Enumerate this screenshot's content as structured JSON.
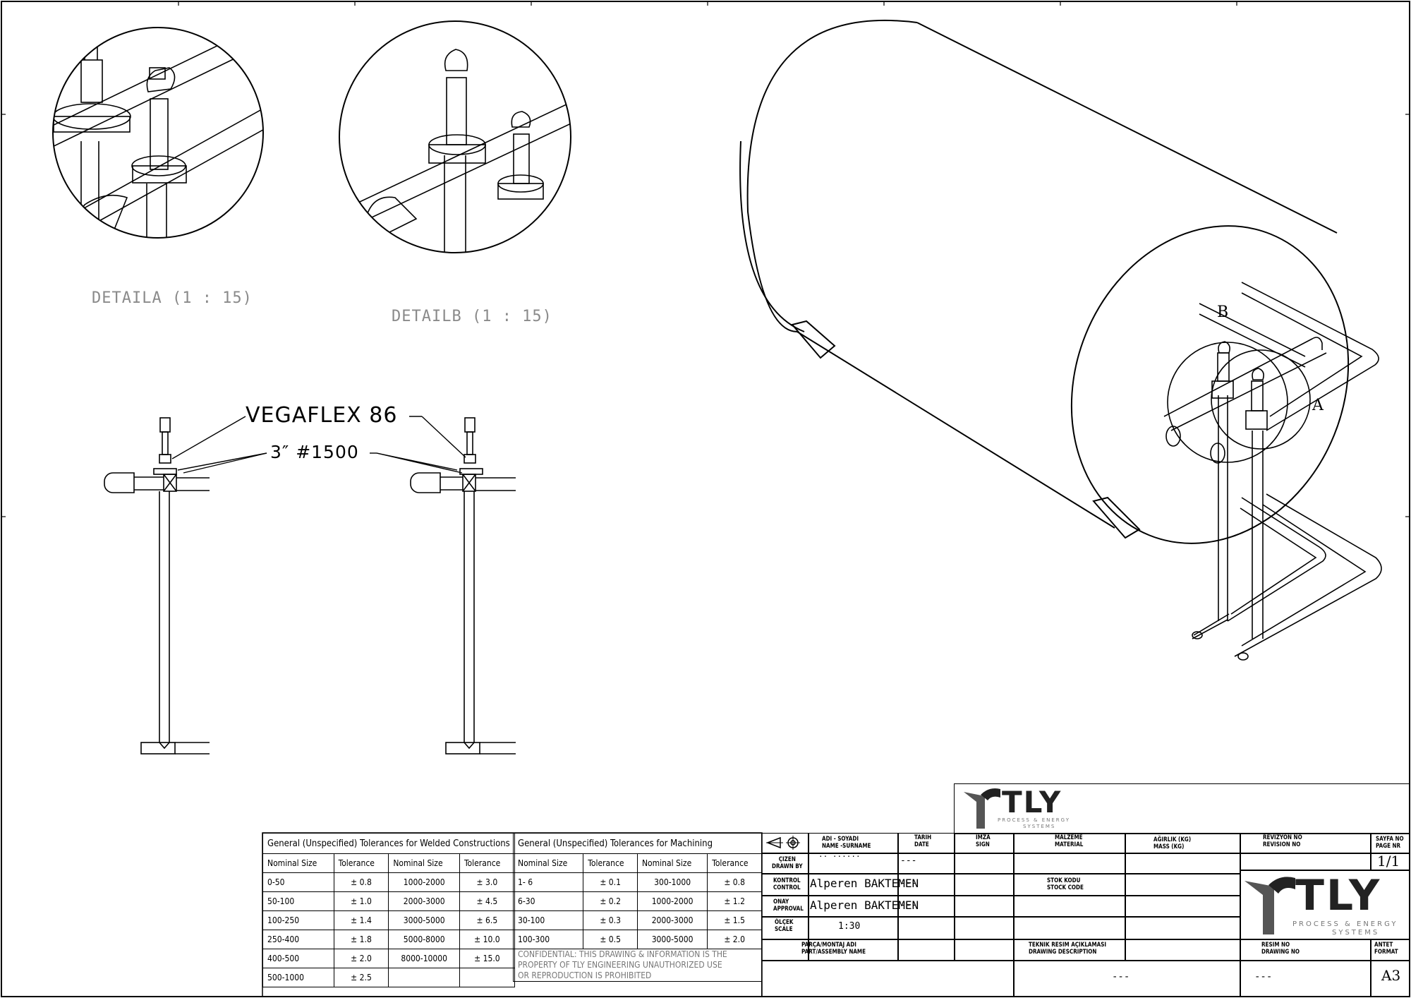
{
  "details": {
    "a_label": "DETAILA (1 : 15)",
    "b_label": "DETAILB (1 : 15)",
    "marker_a": "A",
    "marker_b": "B"
  },
  "callouts": {
    "instrument": "VEGAFLEX 86",
    "flange": "3″ #1500"
  },
  "welded_table": {
    "title": "General (Unspecified) Tolerances for Welded Constructions",
    "headers": [
      "Nominal Size",
      "Tolerance",
      "Nominal Size",
      "Tolerance"
    ],
    "rows": [
      [
        "0-50",
        "± 0.8",
        "1000-2000",
        "± 3.0"
      ],
      [
        "50-100",
        "± 1.0",
        "2000-3000",
        "± 4.5"
      ],
      [
        "100-250",
        "± 1.4",
        "3000-5000",
        "± 6.5"
      ],
      [
        "250-400",
        "± 1.8",
        "5000-8000",
        "± 10.0"
      ],
      [
        "400-500",
        "± 2.0",
        "8000-10000",
        "± 15.0"
      ],
      [
        "500-1000",
        "± 2.5",
        "",
        ""
      ]
    ]
  },
  "machining_table": {
    "title": "General (Unspecified) Tolerances for Machining",
    "headers": [
      "Nominal Size",
      "Tolerance",
      "Nominal Size",
      "Tolerance"
    ],
    "rows": [
      [
        "1- 6",
        "± 0.1",
        "300-1000",
        "± 0.8"
      ],
      [
        "6-30",
        "± 0.2",
        "1000-2000",
        "± 1.2"
      ],
      [
        "30-100",
        "± 0.3",
        "2000-3000",
        "± 1.5"
      ],
      [
        "100-300",
        "± 0.5",
        "3000-5000",
        "± 2.0"
      ]
    ],
    "confidential": [
      "CONFIDENTIAL: THIS DRAWING & INFORMATION IS THE",
      "PROPERTY OF TLY ENGINEERING UNAUTHORIZED USE",
      "OR REPRODUCTION IS PROHIBITED"
    ]
  },
  "title_block": {
    "name_hdr": [
      "ADI - SOYADI",
      "NAME -SURNAME"
    ],
    "date_hdr": [
      "TARIH",
      "DATE"
    ],
    "sign_hdr": [
      "IMZA",
      "SIGN"
    ],
    "material_hdr": [
      "MALZEME",
      "MATERIAL"
    ],
    "mass_hdr": [
      "AĞIRLIK (KG)",
      "MASS (KG)"
    ],
    "revision_hdr": [
      "REVIZYON NO",
      "REVISION NO"
    ],
    "page_hdr": [
      "SAYFA NO",
      "PAGE NR"
    ],
    "drawn_by": [
      "ÇIZEN",
      "DRAWN BY"
    ],
    "control": [
      "KONTROL",
      "CONTROL"
    ],
    "approval": [
      "ONAY",
      "APPROVAL"
    ],
    "scale_hdr": [
      "ÖLÇEK",
      "SCALE"
    ],
    "stock_hdr": [
      "STOK KODU",
      "STOCK CODE"
    ],
    "part_hdr": [
      "PARÇA/MONTAJ ADI",
      "PART/ASSEMBLY NAME"
    ],
    "desc_hdr": [
      "TEKNIK RESIM AÇIKLAMASI",
      "DRAWING DESCRIPTION"
    ],
    "drawing_no_hdr": [
      "RESIM NO",
      "DRAWING NO"
    ],
    "format_hdr": [
      "ANTET",
      "FORMAT"
    ],
    "drawn_dots": ".. ......",
    "control_name": "Alperen BAKTEMEN",
    "approval_name": "Alperen BAKTEMEN",
    "control_date": "---",
    "approval_date": "---",
    "drawn_date": "---",
    "scale": "1:30",
    "page": "1/1",
    "description": "---",
    "drawing_no": "---",
    "format": "A3"
  },
  "logo": {
    "name": "TLY",
    "tagline_top": "PROCESS & ENERGY",
    "tagline_bottom": "SYSTEMS",
    "small_tagline_top": "PROCESS & ENERGY",
    "small_tagline_bottom": "SYSTEMS"
  }
}
